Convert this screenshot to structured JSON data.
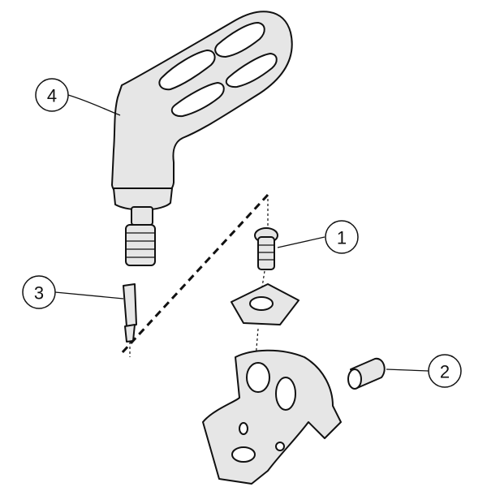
{
  "diagram": {
    "type": "exploded-assembly-view",
    "callouts": [
      {
        "id": "callout-1",
        "label": "1",
        "part": "screw"
      },
      {
        "id": "callout-2",
        "label": "2",
        "part": "sleeve"
      },
      {
        "id": "callout-3",
        "label": "3",
        "part": "torx-bit"
      },
      {
        "id": "callout-4",
        "label": "4",
        "part": "key-handle"
      }
    ],
    "colors": {
      "line": "#111111",
      "fill": "#e6e6e6"
    }
  }
}
